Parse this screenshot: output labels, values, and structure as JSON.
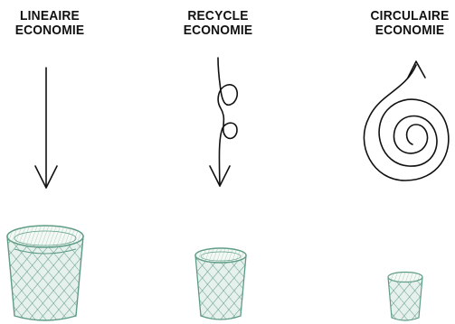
{
  "columns": [
    {
      "line1": "LINEAIRE",
      "line2": "ECONOMIE",
      "arrow": "straight-down-arrow",
      "bin_size": "large"
    },
    {
      "line1": "RECYCLE",
      "line2": "ECONOMIE",
      "arrow": "looped-down-arrow",
      "bin_size": "medium"
    },
    {
      "line1": "CIRCULAIRE",
      "line2": "ECONOMIE",
      "arrow": "spiral-up-arrow",
      "bin_size": "small"
    }
  ],
  "colors": {
    "text": "#111111",
    "arrow": "#111111",
    "bin_fill": "#e6f0ec",
    "bin_stroke": "#5e9c85"
  }
}
